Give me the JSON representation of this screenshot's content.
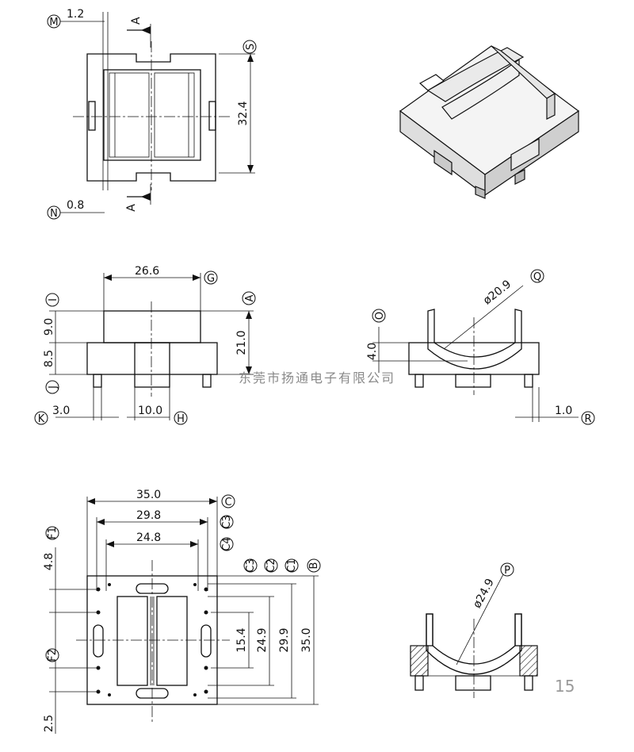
{
  "top_view": {
    "dim_m": "1.2",
    "dim_n": "0.8",
    "dim_height": "32.4",
    "section_a_top": "A",
    "section_a_bottom": "A",
    "label_m": "M",
    "label_n": "N",
    "label_s": "S"
  },
  "front_view": {
    "dim_width": "26.6",
    "dim_upper": "9.0",
    "dim_lower": "8.5",
    "dim_total": "21.0",
    "dim_pin_spacing": "3.0",
    "dim_center_pin": "10.0",
    "label_g": "G",
    "label_i": "I",
    "label_a": "A",
    "label_j": "J",
    "label_k": "K",
    "label_h": "H"
  },
  "side_view": {
    "dim_diameter": "ø20.9",
    "dim_depth": "4.0",
    "dim_pin": "1.0",
    "label_q": "Q",
    "label_o": "O",
    "label_r": "R"
  },
  "bottom_view": {
    "dim_outer": "35.0",
    "dim_mid": "29.8",
    "dim_inner": "24.8",
    "dim_left_top": "4.8",
    "dim_left_bottom": "2.5",
    "dim_h1": "15.4",
    "dim_h2": "24.9",
    "dim_h3": "29.9",
    "dim_h4": "35.0",
    "label_c": "C",
    "label_c3": "C3",
    "label_c4": "C4",
    "label_f1": "F1",
    "label_f2": "F2",
    "label_b": "B",
    "label_b_series": [
      "C3",
      "C2",
      "C1"
    ]
  },
  "section_view": {
    "dim_diameter": "ø24.9",
    "label_p": "P"
  },
  "watermark": "东莞市扬通电子有限公司",
  "page_number": "15"
}
